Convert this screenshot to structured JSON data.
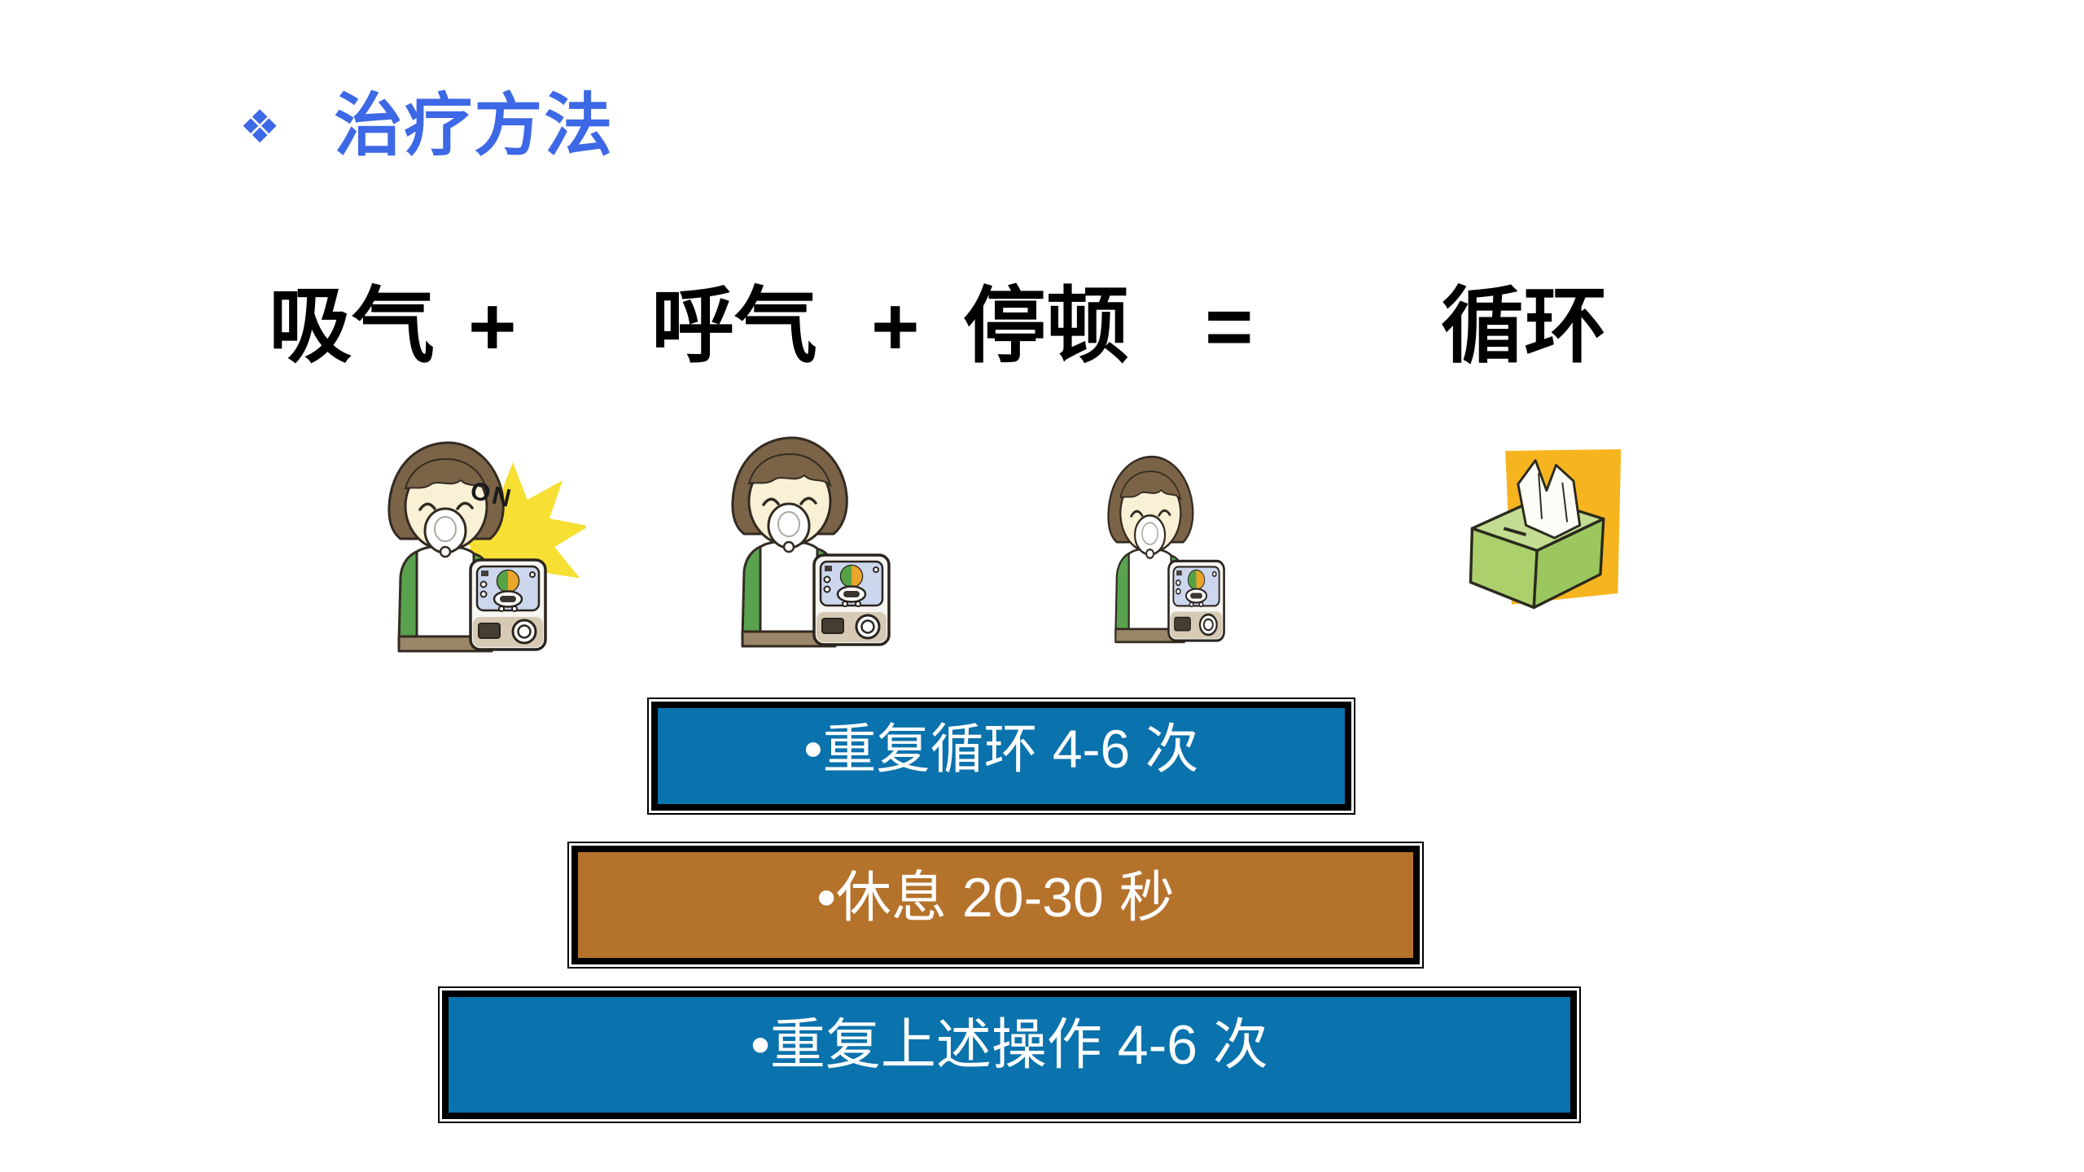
{
  "slide": {
    "background": "#FFFFFF",
    "title": {
      "bullet_icon": "❖",
      "text": "治疗方法",
      "color": "#3D68E6"
    },
    "formula": {
      "terms": [
        "吸气",
        "+",
        "呼气",
        "+",
        "停顿",
        "=",
        "循环"
      ]
    },
    "illustrations": [
      {
        "name": "patient-inhaling-device-on",
        "on_label": "ON"
      },
      {
        "name": "patient-exhaling-with-nebulizer"
      },
      {
        "name": "patient-pausing-with-nebulizer"
      },
      {
        "name": "tissue-box"
      }
    ],
    "banners": [
      {
        "text": "•重复循环 4-6 次",
        "fill": "#0A72AC"
      },
      {
        "text": "•休息 20-30 秒",
        "fill": "#B5722B"
      },
      {
        "text": "•重复上述操作 4-6 次",
        "fill": "#0A72AC"
      }
    ],
    "colors": {
      "title_blue": "#3D68E6",
      "banner_blue": "#0A72AC",
      "banner_orange": "#B5722B",
      "starburst_yellow": "#F7DF33",
      "tissue_box_green": "#ABD06C",
      "tissue_bg_orange": "#F6B41F"
    }
  }
}
